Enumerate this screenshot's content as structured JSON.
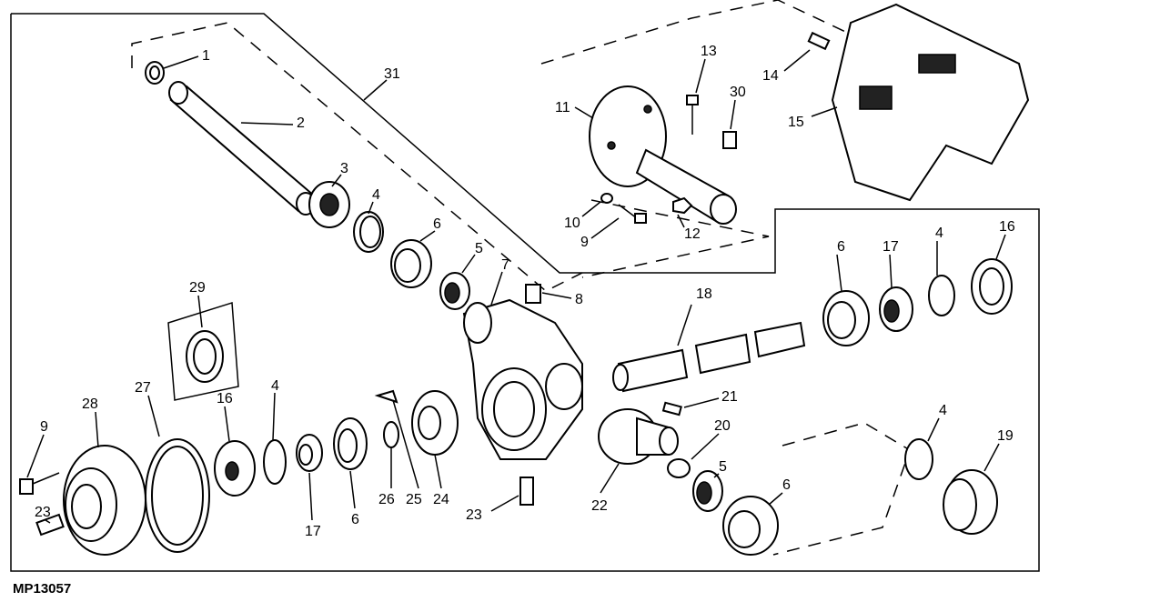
{
  "figure_code": "MP13057",
  "callouts": [
    "1",
    "2",
    "3",
    "4",
    "6",
    "5",
    "7",
    "8",
    "31",
    "11",
    "13",
    "30",
    "14",
    "15",
    "10",
    "9",
    "12",
    "29",
    "18",
    "6",
    "17",
    "4",
    "16",
    "28",
    "27",
    "16",
    "4",
    "9",
    "23",
    "17",
    "6",
    "26",
    "25",
    "24",
    "21",
    "20",
    "23",
    "22",
    "5",
    "6",
    "4",
    "19"
  ]
}
